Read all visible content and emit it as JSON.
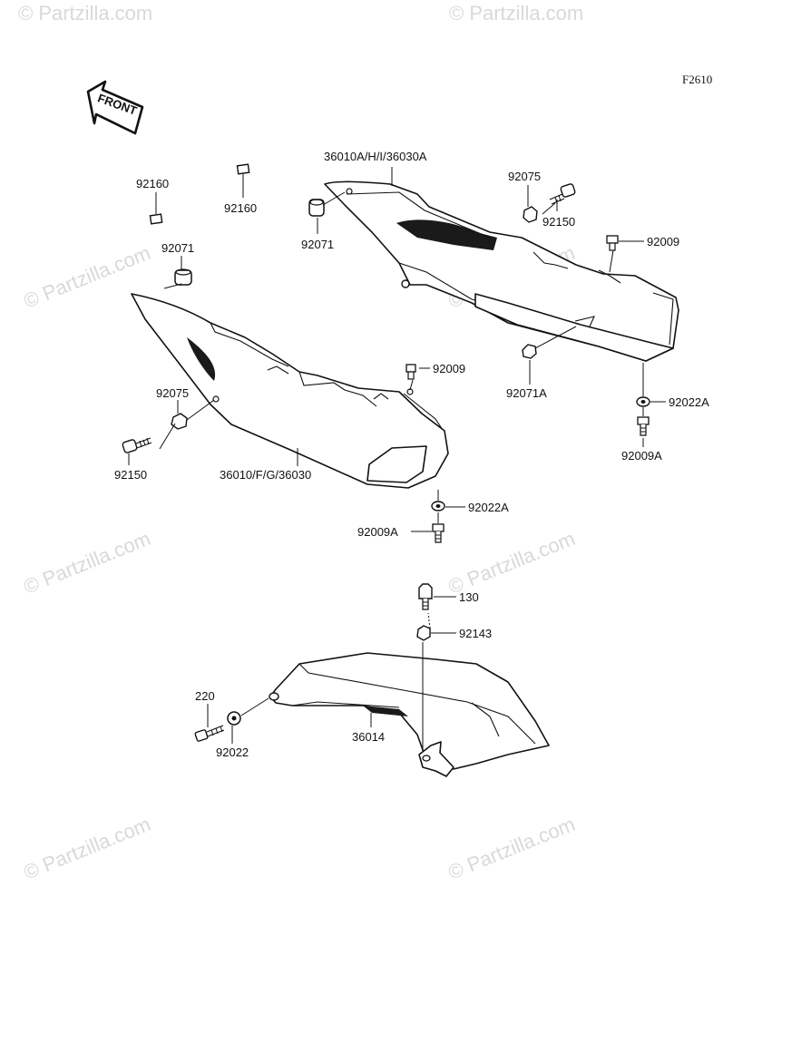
{
  "figure_code": "F2610",
  "front_arrow_label": "FRONT",
  "watermark": "© Partzilla.com",
  "labels": {
    "p92160_left": "92160",
    "p92160_mid": "92160",
    "p92071_left": "92071",
    "p92071_mid": "92071",
    "p92071A": "92071A",
    "p92075_left": "92075",
    "p92075_right": "92075",
    "p92150_left": "92150",
    "p92150_right": "92150",
    "p92009_left": "92009",
    "p92009_right": "92009",
    "p92022A_left": "92022A",
    "p92022A_right": "92022A",
    "p92009A_left": "92009A",
    "p92009A_right": "92009A",
    "cover_right": "36010A/H/I/36030A",
    "cover_left": "36010/F/G/36030",
    "p130": "130",
    "p92143": "92143",
    "p220": "220",
    "p92022": "92022",
    "p36014": "36014"
  }
}
